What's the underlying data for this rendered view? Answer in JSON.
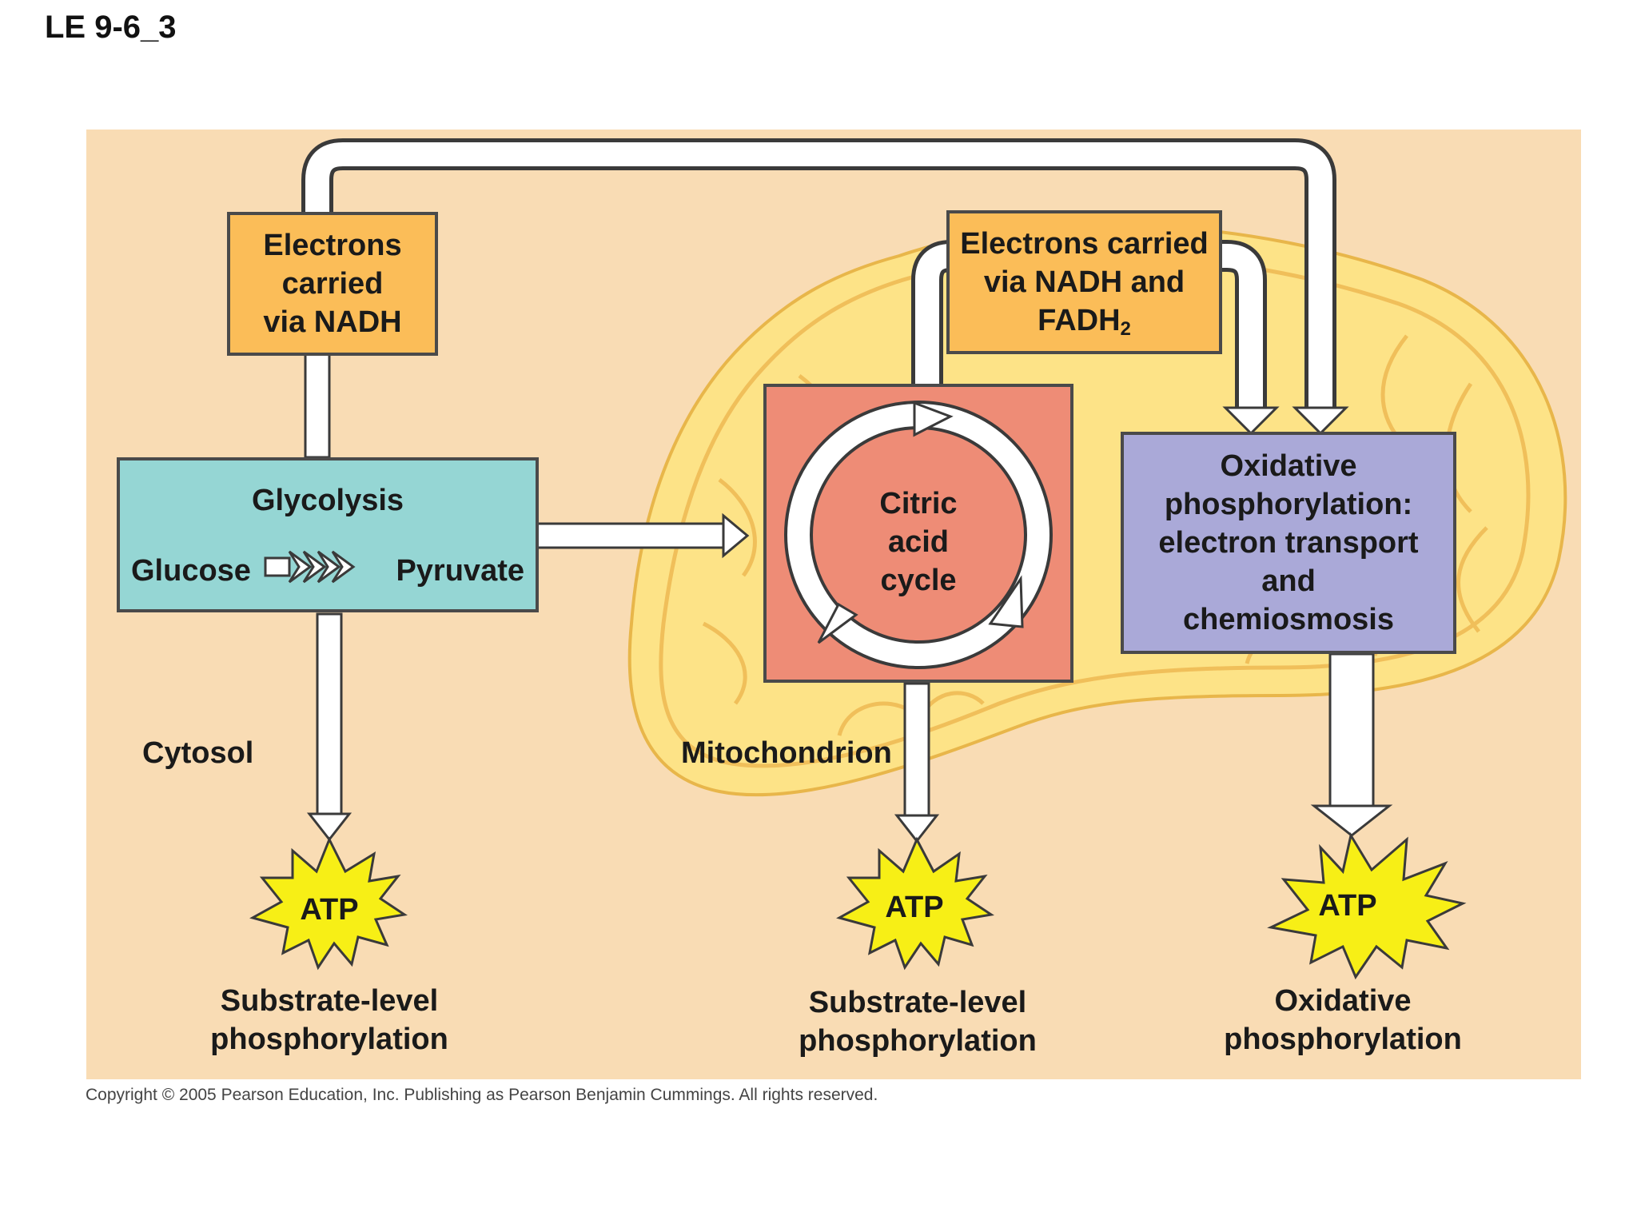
{
  "slide_title": "LE 9-6_3",
  "boxes": {
    "electrons_nadh": {
      "line1": "Electrons",
      "line2": "carried",
      "line3": "via NADH"
    },
    "electrons_fadh2": {
      "line1": "Electrons carried",
      "line2": "via NADH and",
      "line3_main": "FADH",
      "line3_sub": "2"
    },
    "glycolysis": {
      "title": "Glycolysis",
      "input": "Glucose",
      "output": "Pyruvate"
    },
    "citric_acid_cycle": {
      "line1": "Citric",
      "line2": "acid",
      "line3": "cycle"
    },
    "oxidative_phosphorylation": {
      "line1": "Oxidative",
      "line2": "phosphorylation:",
      "line3": "electron transport",
      "line4": "and",
      "line5": "chemiosmosis"
    }
  },
  "regions": {
    "cytosol": "Cytosol",
    "mitochondrion": "Mitochondrion"
  },
  "atp_bursts": [
    {
      "label": "ATP",
      "caption_line1": "Substrate-level",
      "caption_line2": "phosphorylation"
    },
    {
      "label": "ATP",
      "caption_line1": "Substrate-level",
      "caption_line2": "phosphorylation"
    },
    {
      "label": "ATP",
      "caption_line1": "Oxidative",
      "caption_line2": "phosphorylation"
    }
  ],
  "copyright": "Copyright © 2005 Pearson Education, Inc. Publishing as Pearson Benjamin Cummings. All rights reserved.",
  "colors": {
    "panel_background": "#f9dcb4",
    "mitochondrion_fill": "#fde387",
    "orange_box": "#fbbd58",
    "glycolysis_box": "#95d6d4",
    "citric_box": "#ee8c76",
    "oxphos_box": "#aaa9d8",
    "atp_burst": "#f7ef16"
  }
}
